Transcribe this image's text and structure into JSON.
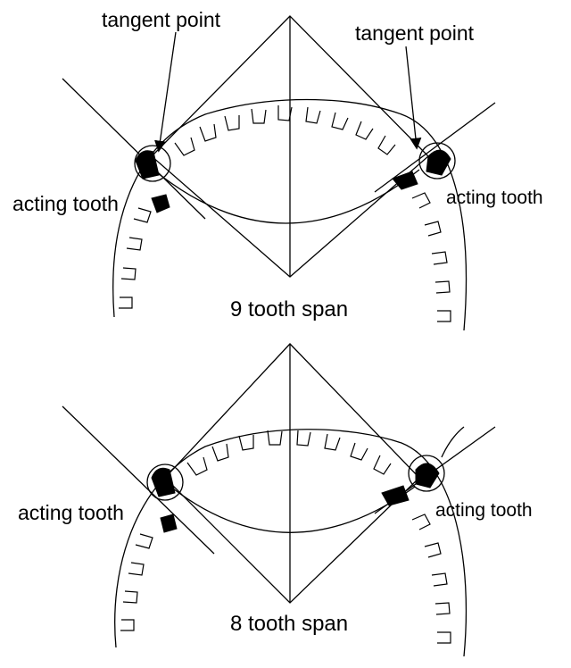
{
  "diagram": {
    "top": {
      "tangent_left": "tangent point",
      "tangent_right": "tangent point",
      "acting_left": "acting tooth",
      "acting_right": "acting tooth",
      "span": "9 tooth span"
    },
    "bottom": {
      "acting_left": "acting tooth",
      "acting_right": "acting tooth",
      "span": "8 tooth span"
    },
    "colors": {
      "ink": "#000000",
      "background": "#ffffff"
    }
  }
}
